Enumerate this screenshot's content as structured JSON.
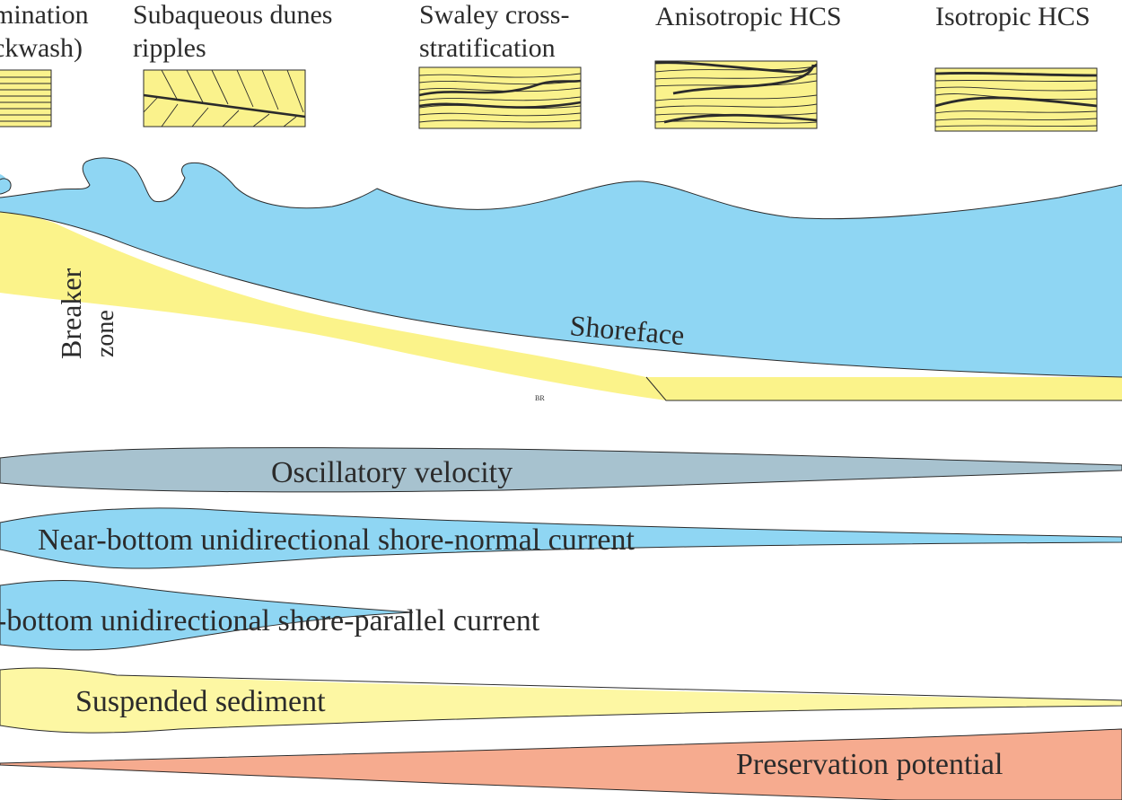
{
  "structures": [
    {
      "id": "plane-lamination",
      "line1": "mination",
      "line2": "ckwash)"
    },
    {
      "id": "subaqueous-dunes",
      "line1": "Subaqueous dunes",
      "line2": "ripples"
    },
    {
      "id": "swaley",
      "line1": "Swaley cross-",
      "line2": "stratification"
    },
    {
      "id": "anisotropic-hcs",
      "line1": "Anisotropic HCS",
      "line2": ""
    },
    {
      "id": "isotropic-hcs",
      "line1": "Isotropic HCS",
      "line2": ""
    }
  ],
  "profile": {
    "breaker_line1": "Breaker",
    "breaker_line2": "zone",
    "shoreface": "Shoreface",
    "credit": "BR"
  },
  "bands": [
    {
      "id": "oscillatory-velocity",
      "label": "Oscillatory velocity",
      "color": "#a7c2cf"
    },
    {
      "id": "shore-normal-current",
      "label": "Near-bottom unidirectional shore-normal current",
      "color": "#8fd6f3"
    },
    {
      "id": "shore-parallel-current",
      "label": "-bottom unidirectional shore-parallel current",
      "color": "#8fd6f3"
    },
    {
      "id": "suspended-sediment",
      "label": "Suspended sediment",
      "color": "#fdf7a3"
    },
    {
      "id": "preservation-potential",
      "label": "Preservation potential",
      "color": "#f6ab8f"
    }
  ],
  "colors": {
    "water": "#8fd6f3",
    "sand": "#fbf38a",
    "box_fill": "#faf28c",
    "ink": "#2b2b2b"
  }
}
